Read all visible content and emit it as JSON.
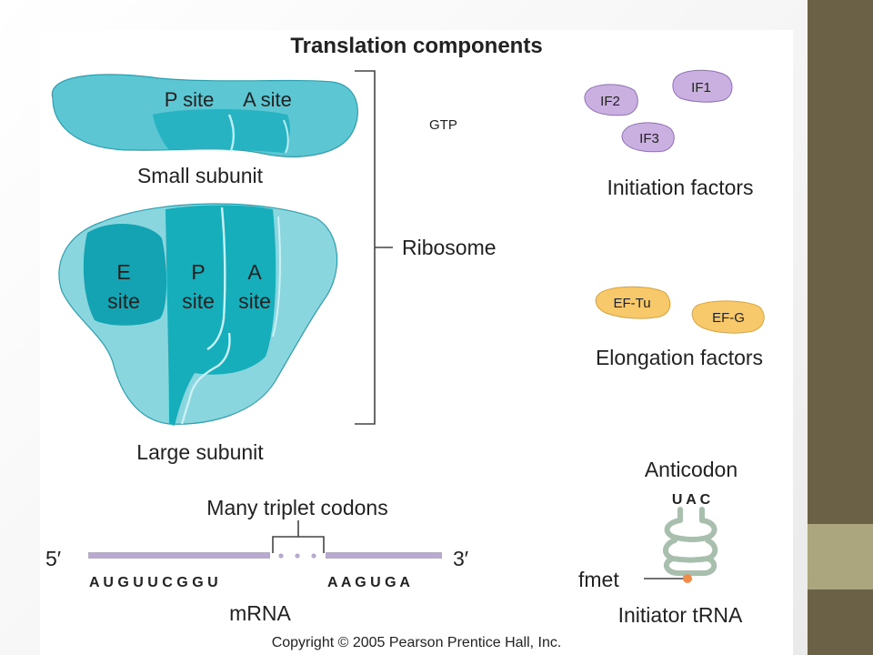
{
  "title": "Translation components",
  "ribosome": {
    "small_subunit": {
      "label": "Small subunit",
      "p_site": "P site",
      "a_site": "A site"
    },
    "large_subunit": {
      "label": "Large subunit",
      "e_site": [
        "E",
        "site"
      ],
      "p_site": [
        "P",
        "site"
      ],
      "a_site": [
        "A",
        "site"
      ]
    },
    "bracket_label": "Ribosome"
  },
  "gtp_label": "GTP",
  "initiation_factors": {
    "label": "Initiation factors",
    "items": [
      "IF1",
      "IF2",
      "IF3"
    ]
  },
  "elongation_factors": {
    "label": "Elongation factors",
    "items": [
      "EF-Tu",
      "EF-G"
    ]
  },
  "mrna": {
    "label": "mRNA",
    "codons_label": "Many triplet codons",
    "five_prime": "5′",
    "three_prime": "3′",
    "left_sequence": "A U G U U C G G U",
    "right_sequence": "A A G U G A"
  },
  "trna": {
    "label": "Initiator tRNA",
    "anticodon_label": "Anticodon",
    "anticodon": "U A C",
    "amino_acid": "fmet"
  },
  "copyright": "Copyright © 2005 Pearson Prentice Hall, Inc.",
  "colors": {
    "ribosome_light": "#8ad6df",
    "ribosome_mid": "#4fc3d0",
    "ribosome_dark": "#12aab9",
    "initiation_factor": "#c9b0e0",
    "elongation_factor": "#f7c96a",
    "mrna_strand": "#b7a9cf",
    "trna": "#a9bfae",
    "fmet_ball": "#f08c4a",
    "sidebar_dark": "#6b6146",
    "sidebar_light": "#aba67d"
  }
}
